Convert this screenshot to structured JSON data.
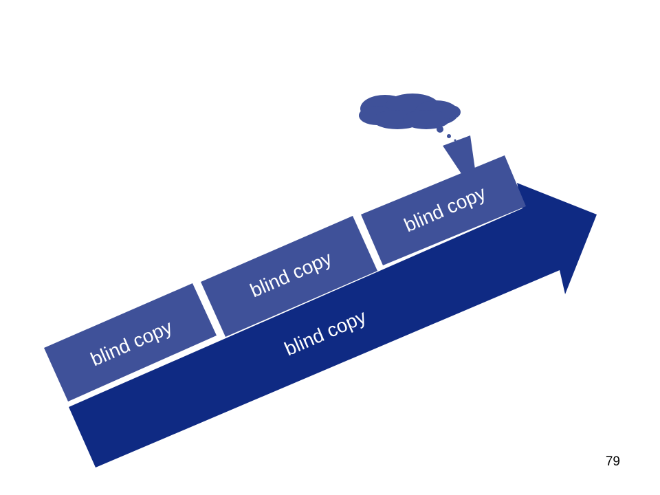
{
  "diagram": {
    "arrow_label": "blind copy",
    "steps": [
      {
        "label": "blind copy"
      },
      {
        "label": "blind copy"
      },
      {
        "label": "blind copy"
      }
    ],
    "thought_bubble": {
      "text": ""
    }
  },
  "colors": {
    "arrow": "#0f2a83",
    "step": "#3f5199",
    "bubble": "#3f5199",
    "text": "#ffffff"
  },
  "page_number": "79"
}
